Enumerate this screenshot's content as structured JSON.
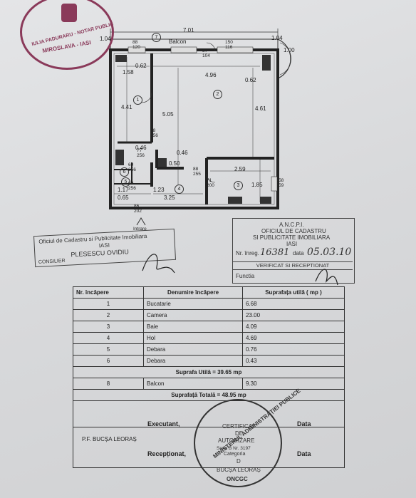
{
  "plan": {
    "dims": {
      "top_width": "7.01",
      "top_left": "1.04",
      "top_right": "1.04",
      "balcony_right": "1.00",
      "balcony_label": "Balcon",
      "balcony_num": "7",
      "win1": "88\n120",
      "win2": "150\n116",
      "win3": "87\n104",
      "d062a": "0.62",
      "d158": "1.58",
      "d496": "4.96",
      "d062b": "0.62",
      "d441": "4.41",
      "d505": "5.05",
      "d461": "4.61",
      "d78_256": "78\n256",
      "d046a": "0.46",
      "d046b": "0.46",
      "d050": "0.50",
      "d77_256": "77\n256",
      "d69_256a": "69\n256",
      "d69_256b": "69\n256",
      "d259": "2.59",
      "d88_255": "88\n255",
      "d71_200": "71\n200",
      "d185": "1.85",
      "d58_59": "58\n59",
      "d117": "1.17",
      "d065": "0.65",
      "d123": "1.23",
      "d325": "3.25",
      "d86_202": "86\n202",
      "intrare": "Intrare",
      "room1": "1",
      "room2": "2",
      "room3": "3",
      "room4": "4",
      "room5": "5",
      "room6": "6"
    }
  },
  "top_stamp": {
    "line1": "IULIA PADURARU - NOTAR PUBLIC",
    "line2": "MIROSLAVA - IASI"
  },
  "cadastru_stamp": {
    "line1": "Oficiul de Cadastru si Publicitate Imobiliara",
    "line2": "IASI",
    "line3": "PLESESCU OVIDIU",
    "line4": "CONSILIER"
  },
  "ancpi_stamp": {
    "line1": "A.N.C.P.I.",
    "line2": "OFICIUL DE CADASTRU",
    "line3": "SI PUBLICITATE IMOBILIARA",
    "line4": "IASI",
    "inreg_label": "Nr. înreg.",
    "inreg_value": "16381",
    "data_label": "data",
    "data_value": "05.03.10",
    "verificat": "VERIFICAT SI RECEPTIONAT",
    "functia": "Functia"
  },
  "table": {
    "h1": "Nr. încăpere",
    "h2": "Denumire încăpere",
    "h3": "Suprafața utilă ( mp )",
    "rows": [
      {
        "nr": "1",
        "name": "Bucatarie",
        "area": "6.68"
      },
      {
        "nr": "2",
        "name": "Camera",
        "area": "23.00"
      },
      {
        "nr": "3",
        "name": "Baie",
        "area": "4.09"
      },
      {
        "nr": "4",
        "name": "Hol",
        "area": "4.69"
      },
      {
        "nr": "5",
        "name": "Debara",
        "area": "0.76"
      },
      {
        "nr": "6",
        "name": "Debara",
        "area": "0.43"
      }
    ],
    "suprafata_utila": "Suprafa Utilă = 39.65 mp",
    "balcon": {
      "nr": "8",
      "name": "Balcon",
      "area": "9.30"
    },
    "suprafata_totala": "Suprafață Totală = 48.95 mp"
  },
  "footer": {
    "executant": "Executant,",
    "data1": "Data",
    "executant_name": "P.F. BUCȘA LEORAȘ",
    "receptionat": "Recepționat,",
    "data2": "Data"
  },
  "bottom_stamp": {
    "ring": "MINISTERUL ADMINISTRAȚIEI PUBLICE",
    "c1": "CERTIFICAT",
    "c2": "DE",
    "c3": "AUTORIZARE",
    "c4": "Seria B  Nr. 3197",
    "c5": "Categoria",
    "c6": "D",
    "c7": "BUCȘA LEORAȘ",
    "bottom": "ONCGC"
  }
}
